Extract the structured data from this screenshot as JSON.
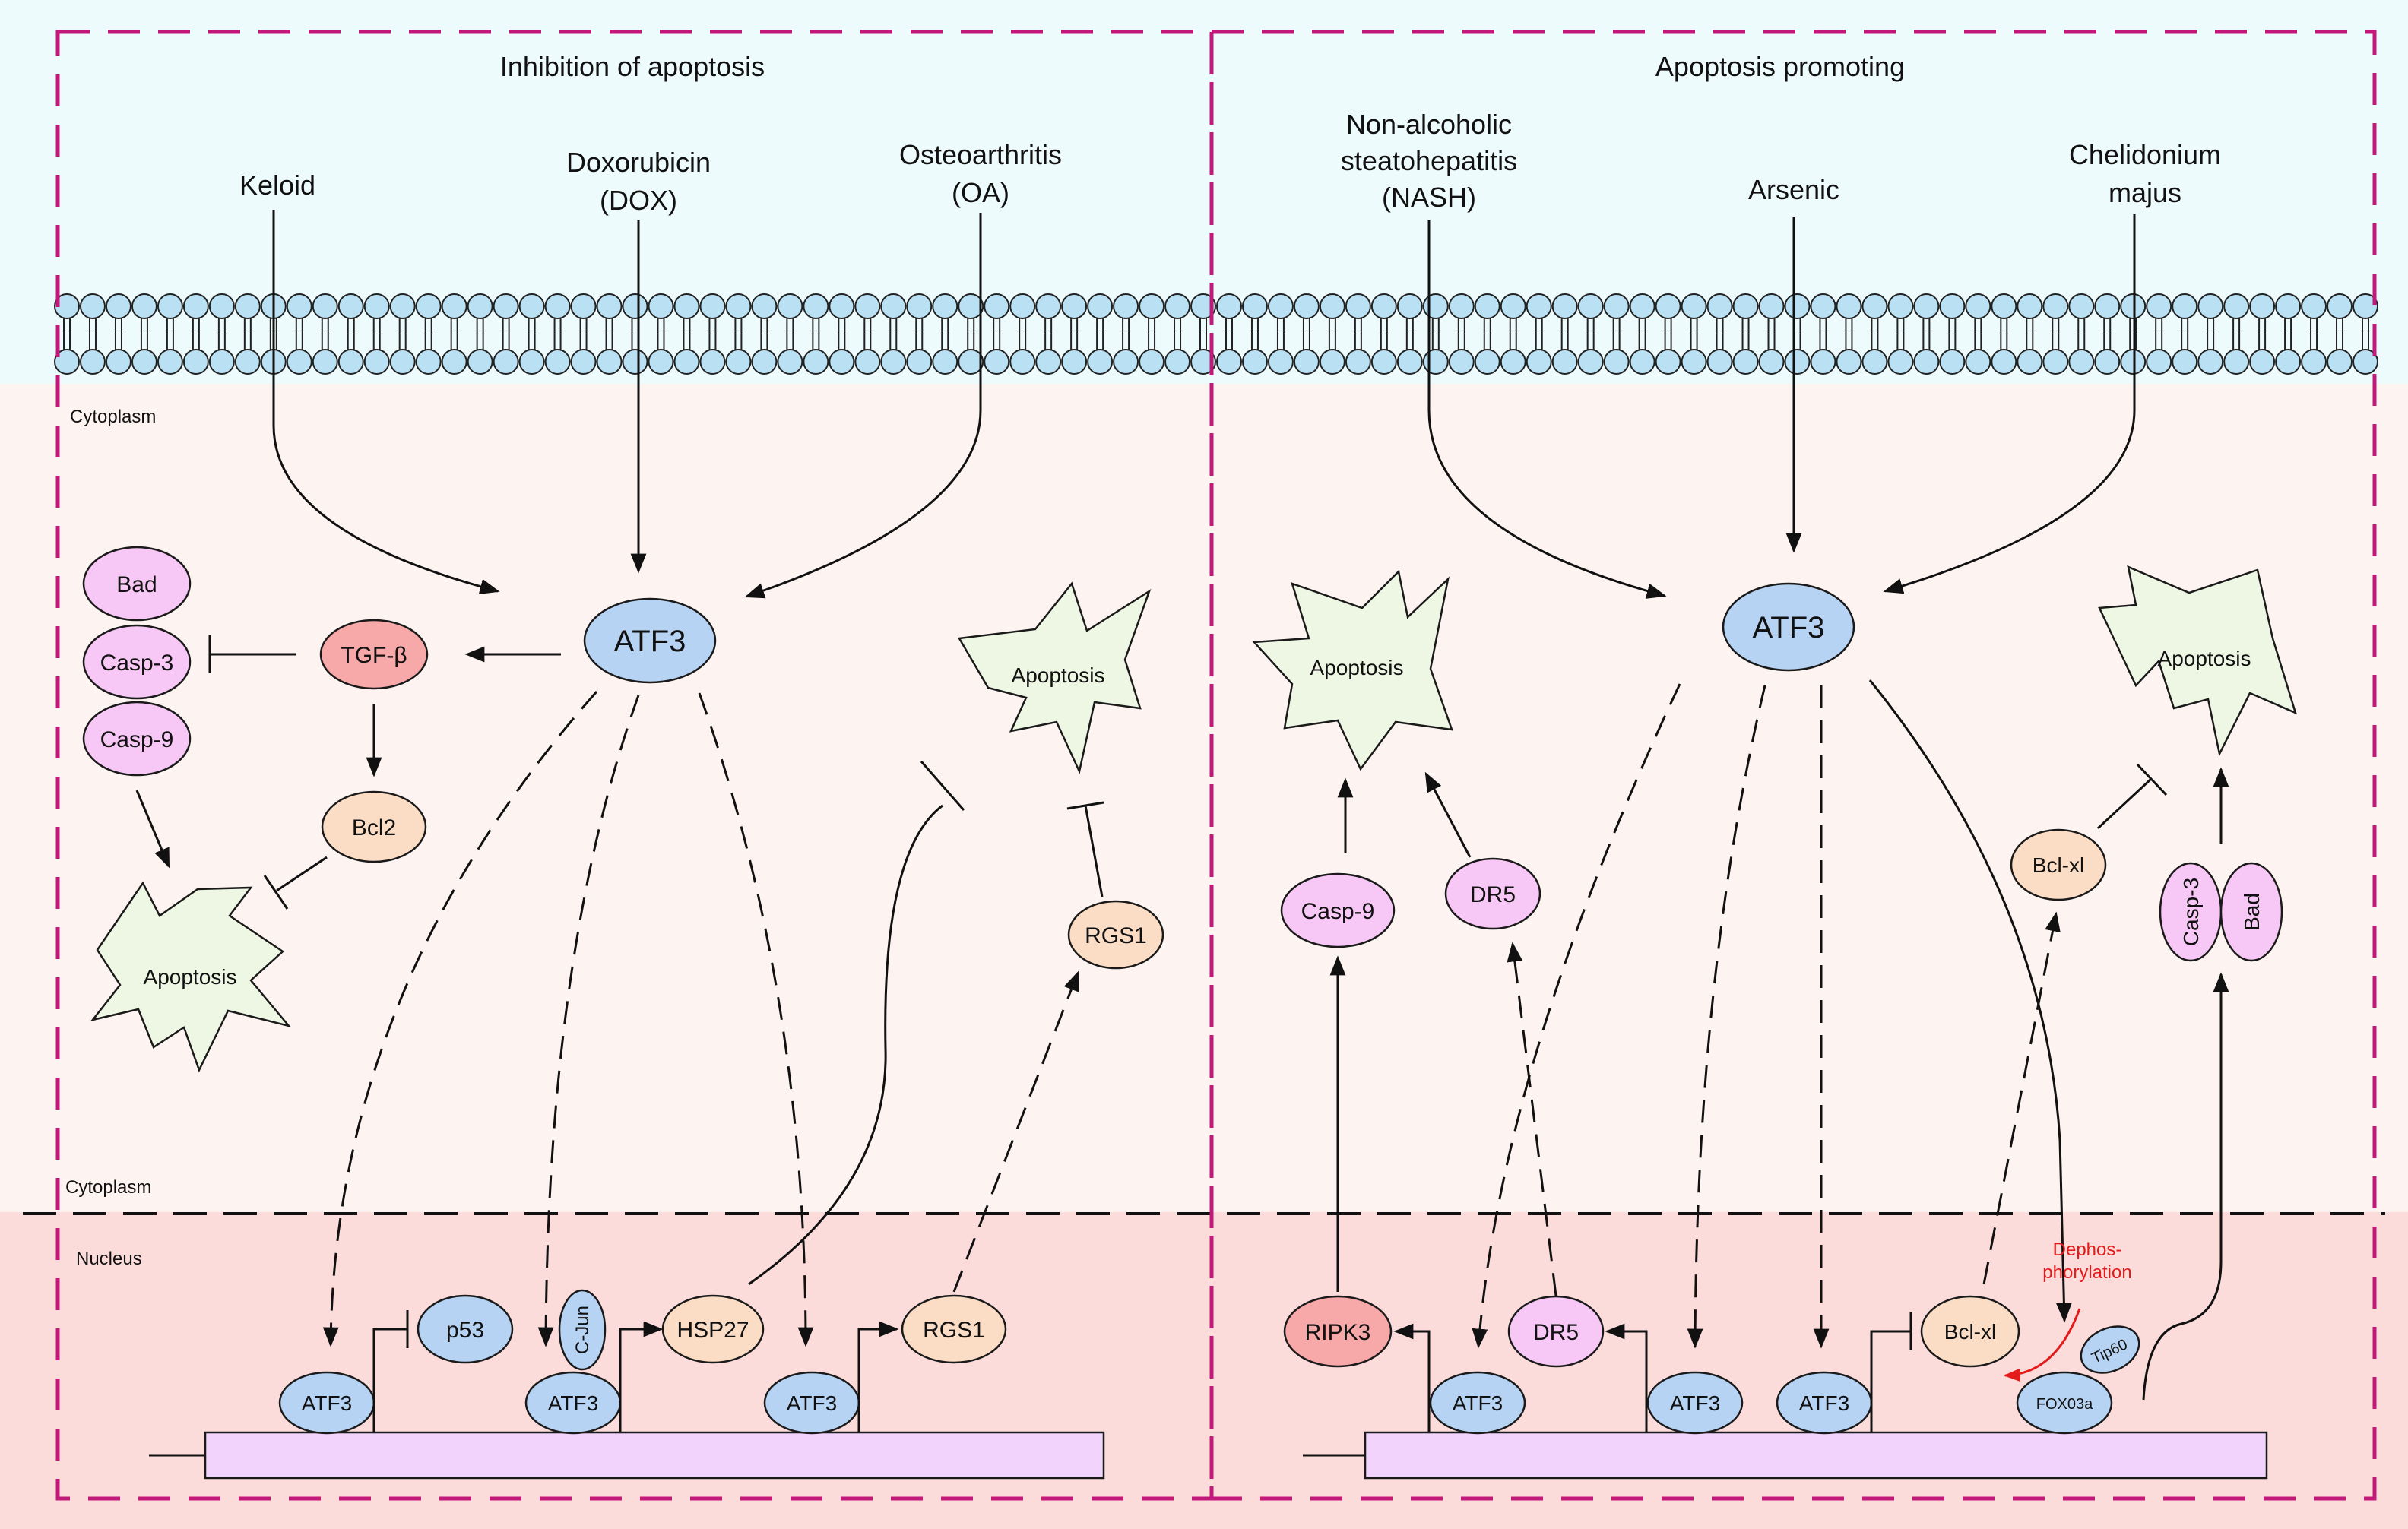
{
  "panels": {
    "left_title": "Inhibition of apoptosis",
    "right_title": "Apoptosis promoting"
  },
  "compartments": {
    "cytoplasm_top": "Cytoplasm",
    "cytoplasm_bottom": "Cytoplasm",
    "nucleus": "Nucleus"
  },
  "left": {
    "stimuli": {
      "keloid": "Keloid",
      "dox_1": "Doxorubicin",
      "dox_2": "(DOX)",
      "oa_1": "Osteoarthritis",
      "oa_2": "(OA)"
    },
    "atf3": "ATF3",
    "tgfb": "TGF-β",
    "bad": "Bad",
    "casp3": "Casp-3",
    "casp9": "Casp-9",
    "bcl2": "Bcl2",
    "apoptosis_a": "Apoptosis",
    "apoptosis_b": "Apoptosis",
    "rgs1_cyto": "RGS1",
    "nucleus": {
      "atf3_1": "ATF3",
      "atf3_2": "ATF3",
      "atf3_3": "ATF3",
      "p53": "p53",
      "cjun": "C-Jun",
      "hsp27": "HSP27",
      "rgs1": "RGS1"
    }
  },
  "right": {
    "stimuli": {
      "nash_1": "Non-alcoholic",
      "nash_2": "steatohepatitis",
      "nash_3": "(NASH)",
      "arsenic": "Arsenic",
      "cm_1": "Chelidonium",
      "cm_2": "majus"
    },
    "atf3": "ATF3",
    "apoptosis_a": "Apoptosis",
    "apoptosis_b": "Apoptosis",
    "casp9": "Casp-9",
    "dr5_cyto": "DR5",
    "bclxl_cyto": "Bcl-xl",
    "casp3": "Casp-3",
    "bad": "Bad",
    "nucleus": {
      "ripk3": "RIPK3",
      "atf3_1": "ATF3",
      "dr5": "DR5",
      "atf3_2": "ATF3",
      "atf3_3": "ATF3",
      "bclxl": "Bcl-xl",
      "tip60": "Tip60",
      "foxo3a": "FOX03a",
      "dephos_1": "Dephos-",
      "dephos_2": "phorylation"
    }
  },
  "colors": {
    "extracellular": "#eefbfd",
    "cytoplasm": "#fdf3f1",
    "nucleus": "#fcdcdb",
    "panel_border": "#c2187a",
    "lipid_head": "#b9e0f3",
    "atf3": "#b7d3f4",
    "pink_protein": "#f7c8f5",
    "tgfb": "#f7a8a8",
    "bcl": "#fbdcc5",
    "apoptosis": "#eef7e3",
    "dna": "#f1d3fb",
    "dephos_red": "#e31b1b"
  },
  "icons": [
    "lipid-bilayer",
    "apoptosis-burst-icon",
    "dna-strand"
  ]
}
